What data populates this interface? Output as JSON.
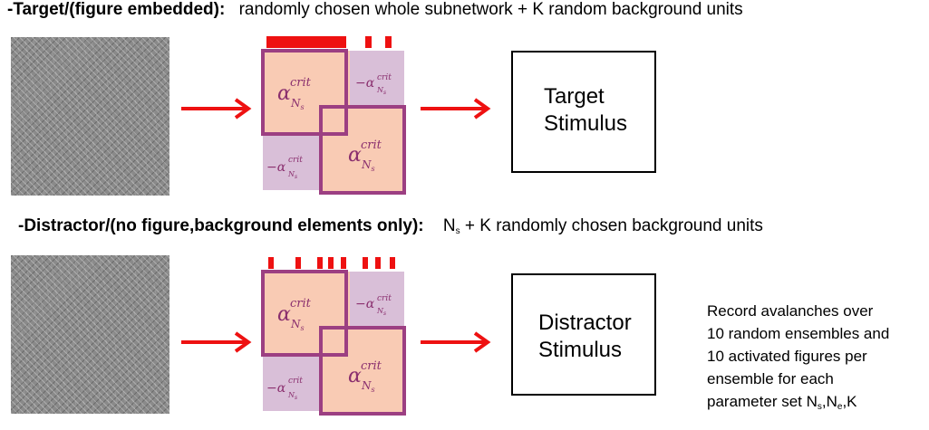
{
  "target_row": {
    "label": "-Target/(figure embedded)",
    "colon": ":",
    "description": "randomly chosen whole subnetwork + K random background units",
    "stimulus_line1": "Target",
    "stimulus_line2": "Stimulus"
  },
  "distractor_row": {
    "label": "-Distractor/(no figure,background elements only):",
    "description_pre": "N",
    "description_sub": "s",
    "description_post": " + K randomly chosen background units",
    "stimulus_line1": "Distractor",
    "stimulus_line2": "Stimulus"
  },
  "matrix_labels": {
    "crit": "crit",
    "alpha": "α",
    "neg_alpha": "−α",
    "sub_N": "N",
    "sub_s": "s"
  },
  "note": {
    "line1": "Record avalanches over",
    "line2": "10 random ensembles and",
    "line3": "10 activated figures per",
    "line4": "ensemble for each",
    "line5_pre": "parameter set N",
    "line5_sub1": "s",
    "line5_mid": ",N",
    "line5_sub2": "e",
    "line5_post": ",K"
  },
  "colors": {
    "arrow": "#ee1111",
    "bar": "#ee1111",
    "diag_fill": "#f9cbb4",
    "offdiag_fill": "#d9bfd8",
    "box_border": "#9c3f82"
  },
  "icons": {
    "arrow": "right-arrow-icon"
  }
}
